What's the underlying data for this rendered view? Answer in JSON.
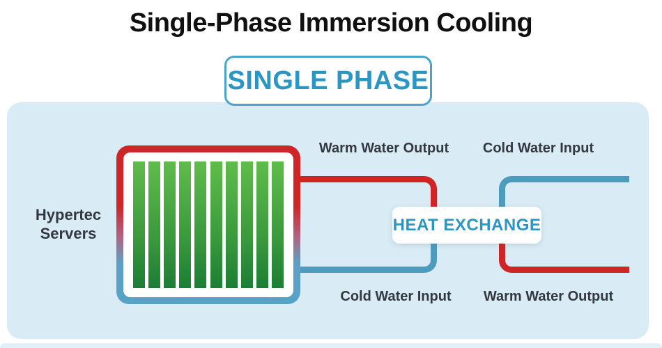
{
  "title": "Single-Phase Immersion Cooling",
  "phase_badge_label": "SINGLE PHASE",
  "diagram": {
    "server_label_line1": "Hypertec",
    "server_label_line2": "Servers",
    "server_bar_count": 10,
    "heat_exchange_label": "HEAT EXCHANGE",
    "left_loop": {
      "top_label": "Warm Water Output",
      "bottom_label": "Cold Water Input"
    },
    "right_loop": {
      "top_label": "Cold Water Input",
      "bottom_label": "Warm Water Output"
    }
  },
  "colors": {
    "hot": "#ce2527",
    "cold": "#4e9cbd",
    "cold_light": "#55a3c6",
    "accent_blue": "#2b95c4",
    "badge_border": "#4aa3cc",
    "panel_bg": "#d9ecf5",
    "strip_bg": "#e2f1f8",
    "green_top": "#5fbc4a",
    "green_bottom": "#1c7e35",
    "text_dark": "#33373f"
  }
}
